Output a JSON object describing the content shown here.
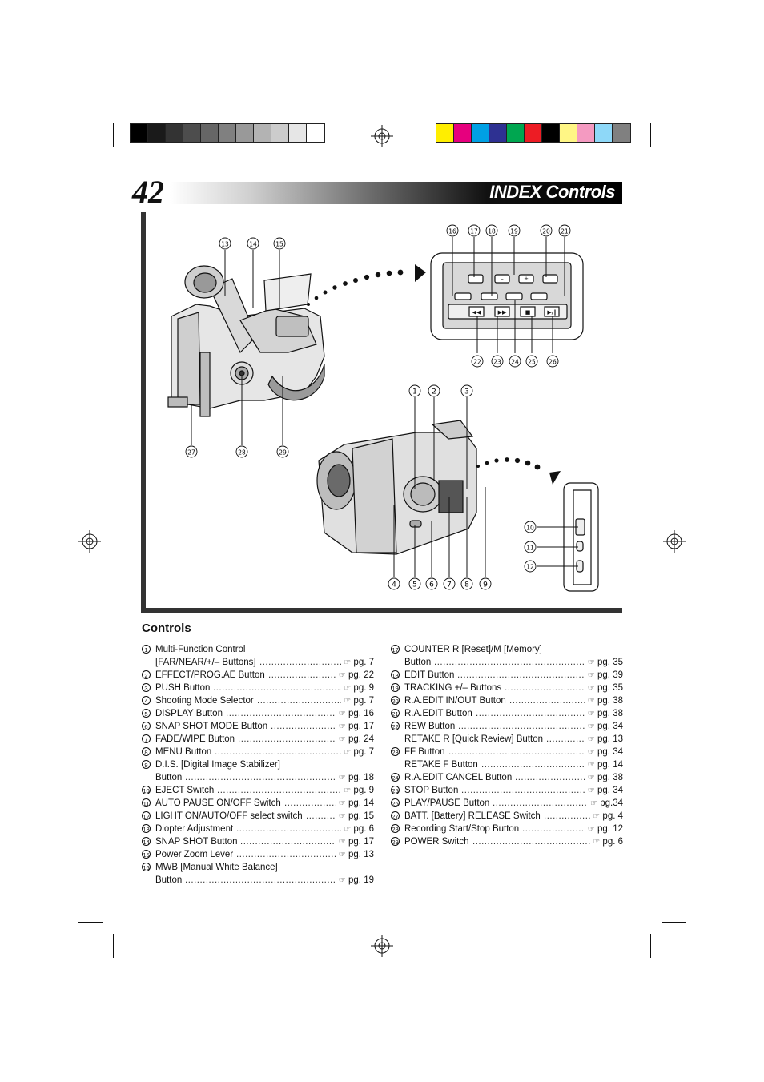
{
  "header": {
    "page_number": "42",
    "title": "INDEX   Controls"
  },
  "section": {
    "title": "Controls"
  },
  "callouts": [
    "①",
    "②",
    "③",
    "④",
    "⑤",
    "⑥",
    "⑦",
    "⑧",
    "⑨",
    "⑩",
    "⑪",
    "⑫",
    "⑬",
    "⑭",
    "⑮",
    "⑯",
    "⑰",
    "⑱",
    "⑲",
    "⑳",
    "㉑",
    "㉒",
    "㉓",
    "㉔",
    "㉕",
    "㉖",
    "㉗",
    "㉘",
    "㉙"
  ],
  "panel": {
    "rew": "◀◀",
    "ff": "▶▶",
    "stop": "■",
    "play": "▶/‖"
  },
  "left_items": [
    {
      "n": "1",
      "line1": "Multi-Function Control",
      "text": "[FAR/NEAR/+/– Buttons]",
      "page": "pg. 7"
    },
    {
      "n": "2",
      "text": "EFFECT/PROG.AE Button",
      "page": "pg. 22"
    },
    {
      "n": "3",
      "text": "PUSH Button",
      "page": "pg. 9"
    },
    {
      "n": "4",
      "text": "Shooting Mode Selector",
      "page": "pg. 7"
    },
    {
      "n": "5",
      "text": "DISPLAY Button",
      "page": "pg. 16"
    },
    {
      "n": "6",
      "text": "SNAP SHOT MODE Button",
      "page": "pg. 17"
    },
    {
      "n": "7",
      "text": "FADE/WIPE Button",
      "page": "pg. 24"
    },
    {
      "n": "8",
      "text": "MENU Button",
      "page": "pg. 7"
    },
    {
      "n": "9",
      "line1": "D.I.S. [Digital Image Stabilizer]",
      "text": "Button",
      "page": "pg. 18"
    },
    {
      "n": "10",
      "text": "EJECT Switch",
      "page": "pg. 9"
    },
    {
      "n": "11",
      "text": "AUTO PAUSE ON/OFF Switch",
      "page": "pg. 14"
    },
    {
      "n": "12",
      "text": "LIGHT ON/AUTO/OFF select switch",
      "page": "pg. 15"
    },
    {
      "n": "13",
      "text": "Diopter Adjustment",
      "page": "pg. 6"
    },
    {
      "n": "14",
      "text": "SNAP SHOT Button",
      "page": "pg. 17"
    },
    {
      "n": "15",
      "text": "Power Zoom Lever",
      "page": "pg. 13"
    },
    {
      "n": "16",
      "line1": "MWB [Manual White Balance]",
      "text": "Button",
      "page": "pg. 19"
    }
  ],
  "right_items": [
    {
      "n": "17",
      "line1": "COUNTER R [Reset]/M [Memory]",
      "text": "Button",
      "page": "pg. 35"
    },
    {
      "n": "18",
      "text": "EDIT Button",
      "page": "pg. 39"
    },
    {
      "n": "19",
      "text": "TRACKING +/– Buttons",
      "page": "pg. 35"
    },
    {
      "n": "20",
      "text": "R.A.EDIT IN/OUT Button",
      "page": "pg. 38"
    },
    {
      "n": "21",
      "text": "R.A.EDIT Button",
      "page": "pg. 38"
    },
    {
      "n": "22",
      "text": "REW Button",
      "page": "pg. 34",
      "sub": {
        "text": "RETAKE R [Quick Review] Button",
        "page": "pg. 13"
      }
    },
    {
      "n": "23",
      "text": "FF Button",
      "page": "pg. 34",
      "sub": {
        "text": "RETAKE F Button",
        "page": "pg. 14"
      }
    },
    {
      "n": "24",
      "text": "R.A.EDIT CANCEL Button",
      "page": "pg. 38"
    },
    {
      "n": "25",
      "text": "STOP Button",
      "page": "pg. 34"
    },
    {
      "n": "26",
      "text": "PLAY/PAUSE Button",
      "page": "pg.34"
    },
    {
      "n": "27",
      "text": "BATT. [Battery] RELEASE Switch",
      "page": "pg. 4"
    },
    {
      "n": "28",
      "text": "Recording Start/Stop Button",
      "page": "pg. 12"
    },
    {
      "n": "29",
      "text": "POWER Switch",
      "page": "pg. 6"
    }
  ],
  "colors": {
    "gray_bar": [
      "#000000",
      "#1a1a1a",
      "#333333",
      "#4d4d4d",
      "#666666",
      "#808080",
      "#999999",
      "#b3b3b3",
      "#cccccc",
      "#e6e6e6",
      "#ffffff"
    ],
    "color_bar": [
      "#ffee00",
      "#e6007e",
      "#00a0e4",
      "#2e3192",
      "#00a650",
      "#ed1c24",
      "#000000",
      "#fff685",
      "#f49ac1",
      "#8ed8f8",
      "#808080"
    ]
  }
}
